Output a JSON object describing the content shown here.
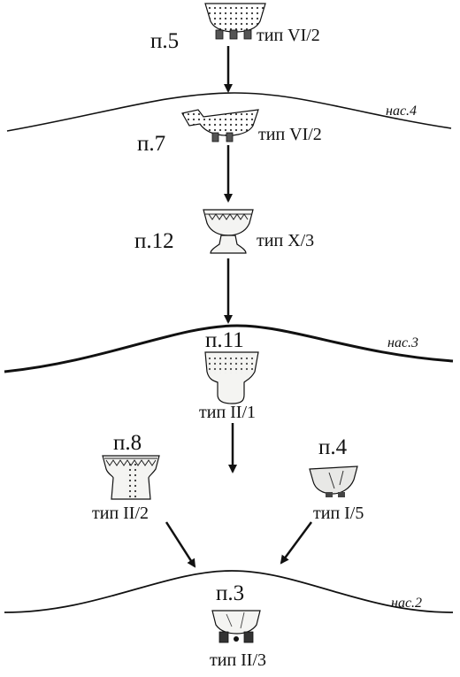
{
  "layers": {
    "l4": "нас.4",
    "l3": "нас.3",
    "l2": "нас.2"
  },
  "items": {
    "p5": {
      "pit": "п.5",
      "type": "тип VI/2"
    },
    "p7": {
      "pit": "п.7",
      "type": "тип VI/2"
    },
    "p12": {
      "pit": "п.12",
      "type": "тип X/3"
    },
    "p11": {
      "pit": "п.11",
      "type": "тип II/1"
    },
    "p8": {
      "pit": "п.8",
      "type": "тип II/2"
    },
    "p4": {
      "pit": "п.4",
      "type": "тип I/5"
    },
    "p3": {
      "pit": "п.3",
      "type": "тип II/3"
    }
  },
  "colors": {
    "ink": "#111111",
    "vessel_fill": "#f4f4f2",
    "vessel_dark": "#3a3a3a"
  }
}
